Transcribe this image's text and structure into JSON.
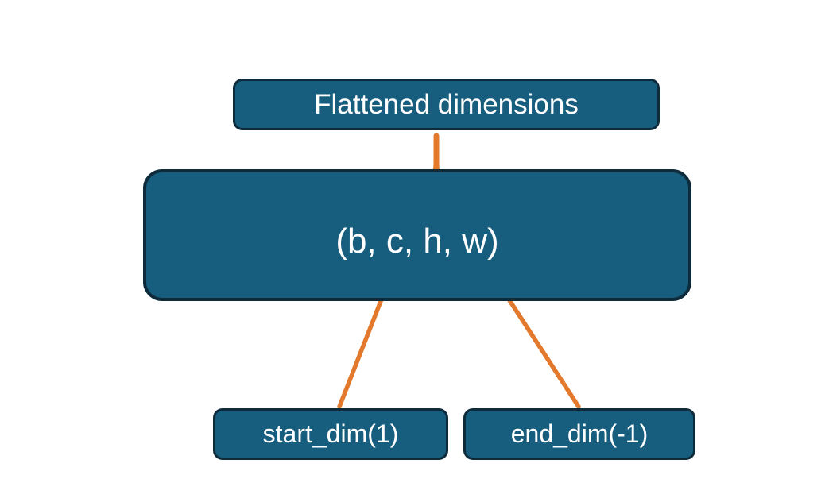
{
  "diagram": {
    "title_box": {
      "label": "Flattened dimensions"
    },
    "tuple_box": {
      "label": "(b, c, h, w)"
    },
    "start_dim_box": {
      "label": "start_dim(1)"
    },
    "end_dim_box": {
      "label": "end_dim(-1)"
    },
    "icons": {
      "brace": "curly-brace-connector",
      "start_dim_arrow": "arrow-up-to-dim-c",
      "end_dim_arrow": "arrow-up-to-dim-h"
    },
    "colors": {
      "box_fill": "#175E7E",
      "box_border": "#0E2B3C",
      "arrow": "#E2792C",
      "text": "#FFFFFF",
      "background": "#FFFFFF"
    }
  }
}
